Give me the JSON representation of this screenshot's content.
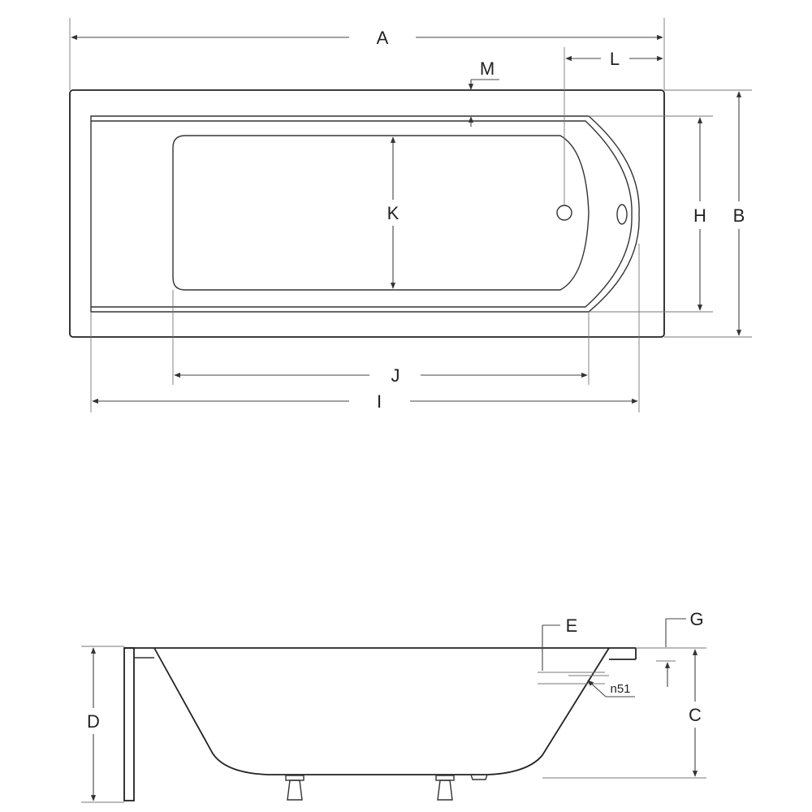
{
  "top_view": {
    "labels": {
      "A": "A",
      "B": "B",
      "H": "H",
      "I": "I",
      "J": "J",
      "K": "K",
      "L": "L",
      "M": "M"
    }
  },
  "side_view": {
    "labels": {
      "C": "C",
      "D": "D",
      "E": "E",
      "G": "G",
      "n51": "n51"
    }
  },
  "colors": {
    "line": "#333333",
    "background": "#ffffff"
  }
}
